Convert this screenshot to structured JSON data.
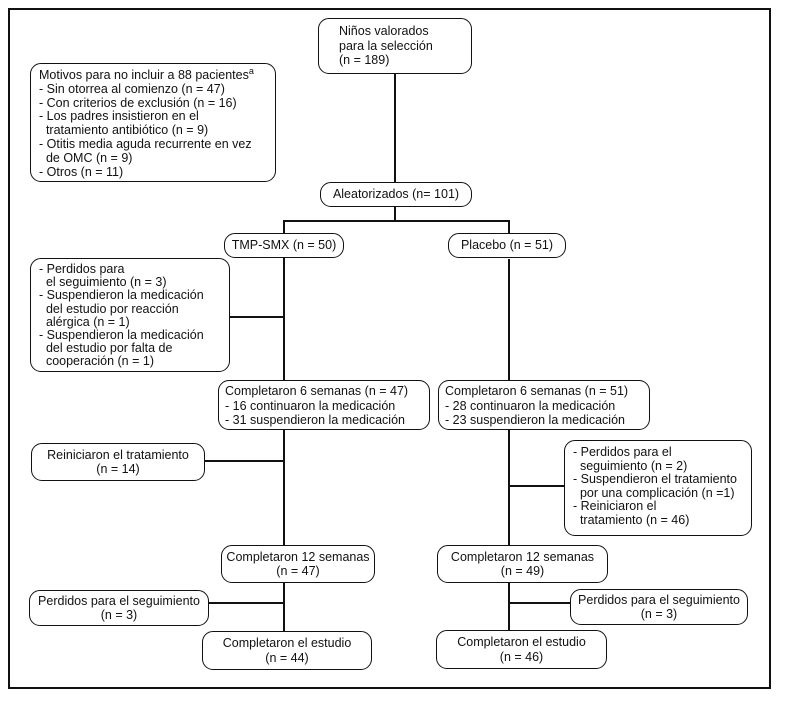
{
  "colors": {
    "ink": "#111111",
    "background": "#ffffff"
  },
  "boxes": {
    "ninos": {
      "lines": [
        "Niños valorados",
        "para la selección",
        "(n = 189)"
      ]
    },
    "motivos": {
      "title": "Motivos para no incluir a 88 pacientes",
      "title_sup": "a",
      "items": [
        "- Sin otorrea al comienzo (n = 47)",
        "- Con criterios de exclusión (n = 16)",
        "- Los padres insistieron en el",
        "  tratamiento antibiótico (n = 9)",
        "- Otitis media aguda recurrente en vez",
        "  de OMC (n = 9)",
        "- Otros (n = 11)"
      ]
    },
    "aleatorizados": {
      "label": "Aleatorizados (n= 101)"
    },
    "tmp_smx": {
      "label": "TMP-SMX (n = 50)"
    },
    "placebo": {
      "label": "Placebo (n = 51)"
    },
    "perdidos_tmp": {
      "items": [
        "- Perdidos para",
        "  el seguimiento (n = 3)",
        "- Suspendieron la medicación",
        "  del estudio por reacción",
        "  alérgica (n = 1)",
        "- Suspendieron la medicación",
        "  del estudio por falta de",
        "  cooperación (n = 1)"
      ]
    },
    "completaron6_tmp": {
      "lines": [
        "Completaron 6 semanas (n = 47)",
        "- 16 continuaron la medicación",
        "- 31 suspendieron la medicación"
      ]
    },
    "completaron6_placebo": {
      "lines": [
        "Completaron 6 semanas (n = 51)",
        "- 28 continuaron la medicación",
        "- 23 suspendieron la medicación"
      ]
    },
    "reiniciaron": {
      "lines": [
        "Reiniciaron el tratamiento",
        "(n = 14)"
      ]
    },
    "perdidos_placebo": {
      "items": [
        "- Perdidos para el",
        "  seguimiento (n = 2)",
        "- Suspendieron el tratamiento",
        "  por una complicación (n =1)",
        "- Reiniciaron el",
        "  tratamiento (n = 46)"
      ]
    },
    "completaron12_tmp": {
      "lines": [
        "Completaron 12 semanas",
        "(n = 47)"
      ]
    },
    "completaron12_placebo": {
      "lines": [
        "Completaron 12 semanas",
        "(n = 49)"
      ]
    },
    "perdidos_seg_tmp": {
      "lines": [
        "Perdidos para el seguimiento",
        "(n = 3)"
      ]
    },
    "perdidos_seg_placebo": {
      "lines": [
        "Perdidos para el seguimiento",
        "(n = 3)"
      ]
    },
    "estudio_tmp": {
      "lines": [
        "Completaron el estudio",
        "(n = 44)"
      ]
    },
    "estudio_placebo": {
      "lines": [
        "Completaron el estudio",
        "(n = 46)"
      ]
    }
  }
}
